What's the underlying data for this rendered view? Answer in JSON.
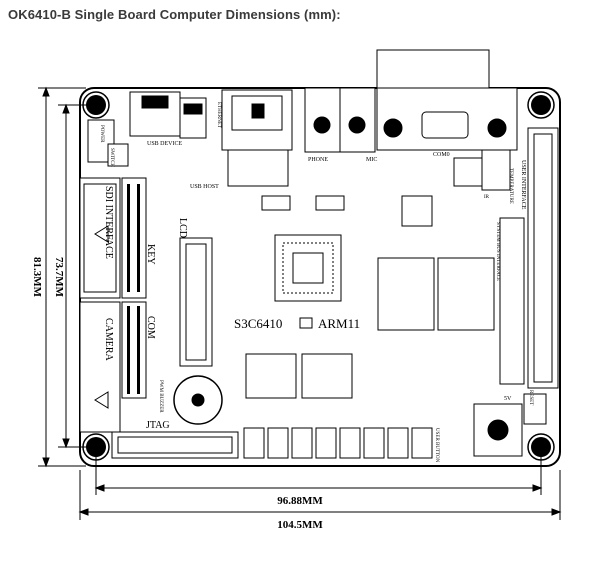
{
  "title": "OK6410-B Single Board Computer Dimensions (mm):",
  "dimensions": {
    "width_outer": "104.5MM",
    "width_inner": "96.88MM",
    "height_outer": "81.3MM",
    "height_inner": "73.7MM"
  },
  "board_labels": {
    "cpu": "S3C6410",
    "core": "ARM11",
    "sd_interface": "SDI INTERFACE",
    "camera": "CAMERA",
    "key": "KEY",
    "com": "COM",
    "lcd": "LCD",
    "jtag": "JTAG",
    "power": "POWER",
    "switch": "SWITCH",
    "usb_device": "USB DEVICE",
    "usb_host": "USB HOST",
    "ethernet": "ETHERNET",
    "phone": "PHONE",
    "mic": "MIC",
    "com0": "COM0",
    "user_interface": "USER INTERFACE",
    "system_bus": "SYSTEM BUS INTERFACE",
    "temperature": "TEMPERATURE",
    "ir": "IR",
    "reset": "RESET",
    "pwm_buzzer": "PWM BUZZER",
    "user_button": "USER BUTTON",
    "power_in": "5V"
  }
}
